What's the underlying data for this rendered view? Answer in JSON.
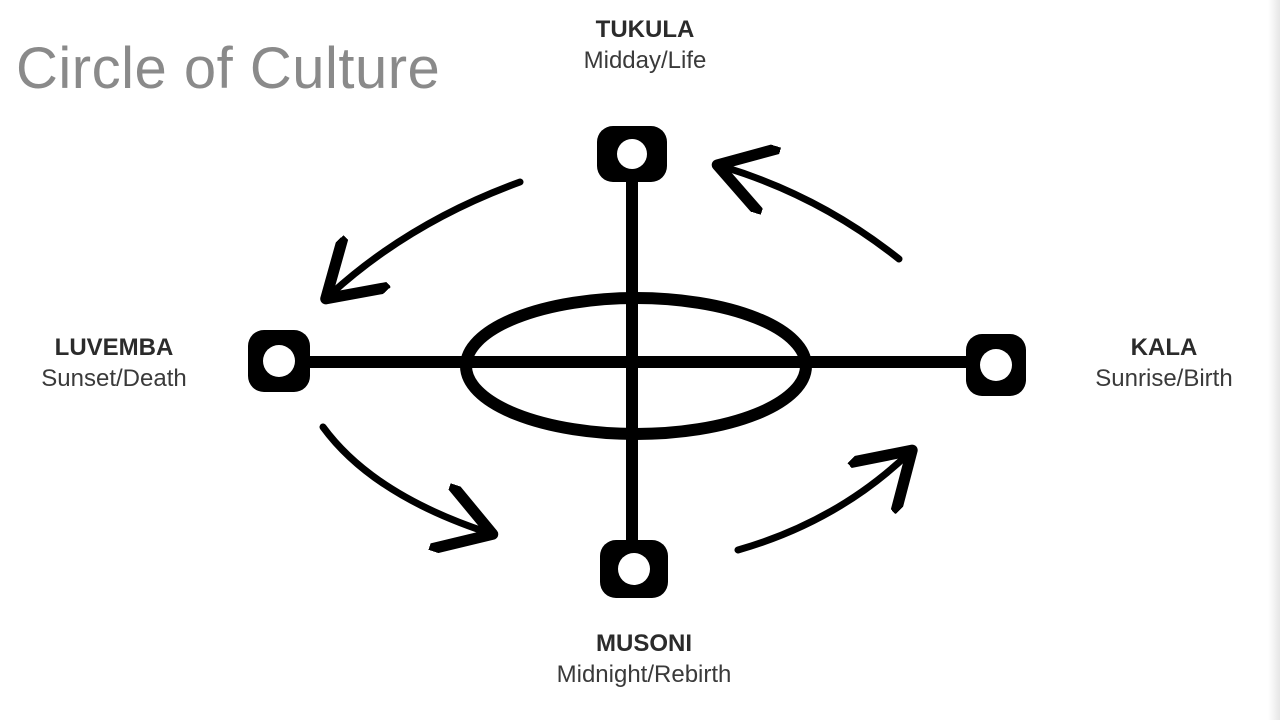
{
  "slide": {
    "title": "Circle of Culture"
  },
  "diagram": {
    "nodes": {
      "top": {
        "name": "TUKULA",
        "meaning": "Midday/Life"
      },
      "left": {
        "name": "LUVEMBA",
        "meaning": "Sunset/Death"
      },
      "right": {
        "name": "KALA",
        "meaning": "Sunrise/Birth"
      },
      "bottom": {
        "name": "MUSONI",
        "meaning": "Midnight/Rebirth"
      }
    },
    "stroke_color": "#000000",
    "text_color": "#333333",
    "title_color": "#8a8a8a"
  }
}
